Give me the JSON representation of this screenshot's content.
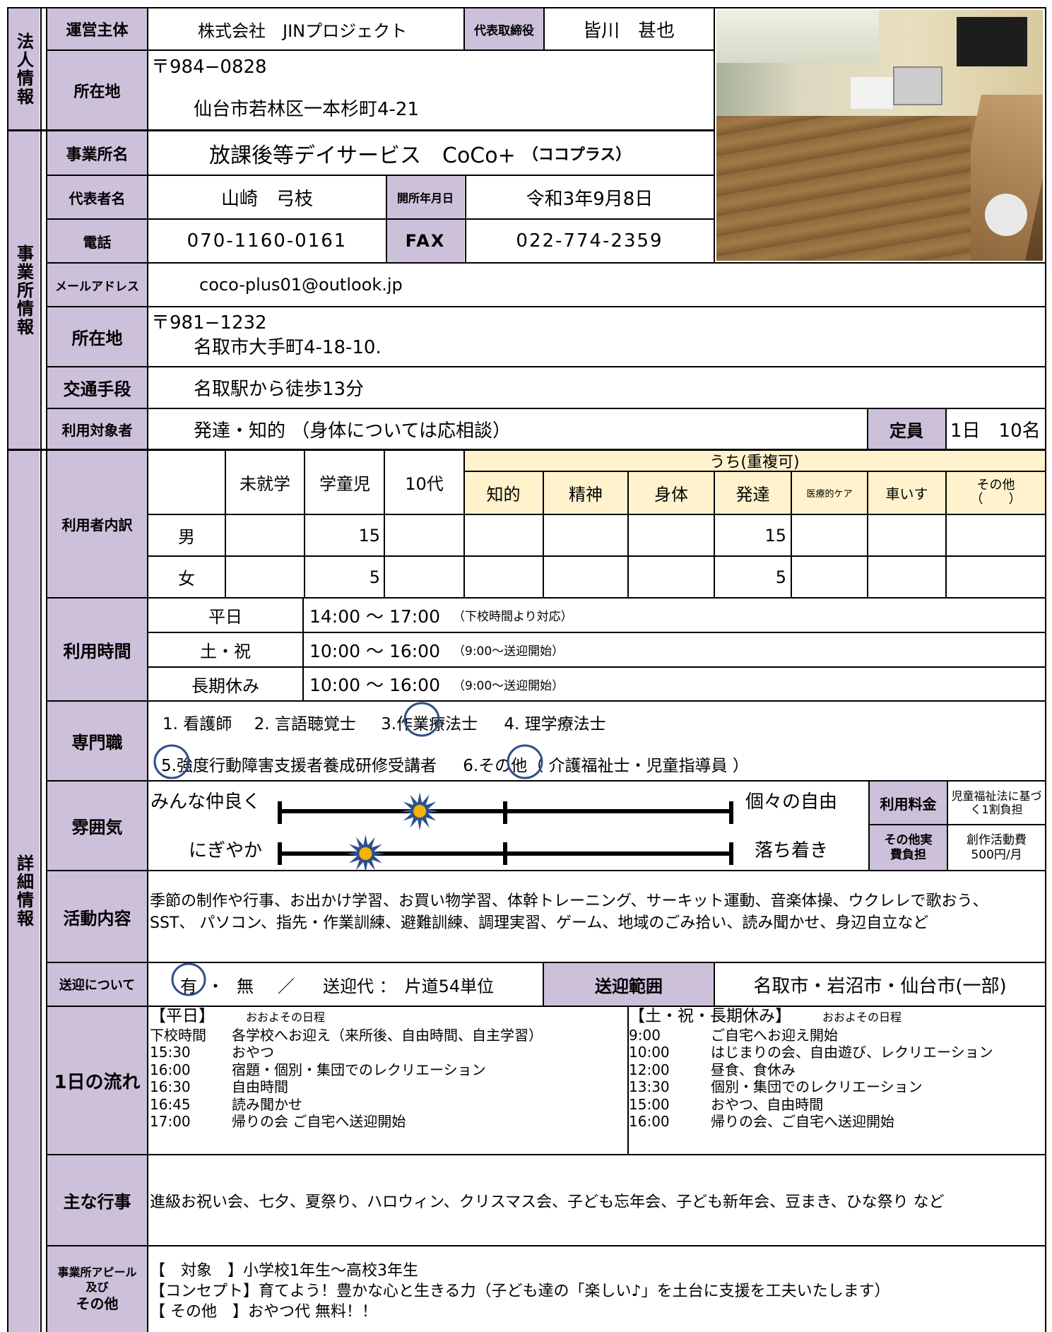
{
  "side": {
    "s1": "法人情報",
    "s2": "事業所情報",
    "s3": "詳細情報"
  },
  "corp": {
    "op_label": "運営主体",
    "op_value": "株式会社　JINプロジェクト",
    "ceo_label": "代表取締役",
    "ceo_value": "皆川　甚也",
    "addr_label": "所在地",
    "addr_zip": "〒984−0828",
    "addr_line": "仙台市若林区一本杉町4-21"
  },
  "office": {
    "name_label": "事業所名",
    "name_value": "放課後等デイサービス　CoCo+",
    "name_kana": "（ココプラス）",
    "rep_label": "代表者名",
    "rep_value": "山崎　弓枝",
    "open_label": "開所年月日",
    "open_value": "令和3年9月8日",
    "tel_label": "電話",
    "tel_value": "070-1160-0161",
    "fax_label": "FAX",
    "fax_value": "022-774-2359",
    "mail_label": "メールアドレス",
    "mail_value": "coco-plus01@outlook.jp",
    "addr_label": "所在地",
    "addr_zip": "〒981−1232",
    "addr_line": "名取市大手町4-18-10.",
    "access_label": "交通手段",
    "access_value": "名取駅から徒歩13分",
    "target_label": "利用対象者",
    "target_value": "発達・知的 （身体については応相談）",
    "cap_label": "定員",
    "cap_value": "1日　10名"
  },
  "photo": {
    "alt": "室内写真"
  },
  "users": {
    "label": "利用者内訳",
    "group_header": "うち(重複可)",
    "columns": [
      "未就学",
      "学童児",
      "10代",
      "知的",
      "精神",
      "身体",
      "発達",
      "医療的ケア",
      "車いす",
      "その他",
      "（　　）"
    ],
    "rows": [
      {
        "label": "男",
        "values": [
          "",
          "15",
          "",
          "",
          "",
          "",
          "15",
          "",
          "",
          ""
        ]
      },
      {
        "label": "女",
        "values": [
          "",
          "5",
          "",
          "",
          "",
          "",
          "5",
          "",
          "",
          ""
        ]
      }
    ]
  },
  "hours": {
    "label": "利用時間",
    "rows": [
      {
        "day": "平日",
        "time": "14:00 〜 17:00",
        "note": "（下校時間より対応）"
      },
      {
        "day": "土・祝",
        "time": "10:00 〜 16:00",
        "note": "（9:00〜送迎開始）"
      },
      {
        "day": "長期休み",
        "time": "10:00 〜 16:00",
        "note": "（9:00〜送迎開始）"
      }
    ]
  },
  "staff": {
    "label": "専門職",
    "items": [
      "1. 看護師",
      "2. 言語聴覚士",
      "3.",
      "作業療法士",
      "4. 理学療法士"
    ],
    "items2": [
      "5.",
      "強度行動障害支援者養成研修受講者",
      "6.",
      "その他（ 介護福祉士・児童指導員 ）"
    ]
  },
  "mood": {
    "label": "雰囲気",
    "scales": [
      {
        "left": "みんな仲良く",
        "right": "個々の自由",
        "position": 0.31
      },
      {
        "left": "にぎやか",
        "right": "落ち着き",
        "position": 0.19
      }
    ],
    "fee_label": "利用料金",
    "fee_value": "児童福祉法に基づく1割負担",
    "other_label": "その他実費負担",
    "other_value": "創作活動費 500円/月"
  },
  "activities": {
    "label": "活動内容",
    "line1": "季節の制作や行事、お出かけ学習、お買い物学習、体幹トレーニング、サーキット運動、音楽体操、ウクレレで歌おう、",
    "line2": "SST、 パソコン、指先・作業訓練、避難訓練、調理実習、ゲーム、地域のごみ拾い、読み聞かせ、身辺自立など"
  },
  "transport": {
    "label": "送迎について",
    "yes": "有",
    "sep": "・",
    "no": "無",
    "slash": "／",
    "fee_text": "送迎代 ：",
    "fee_value": "片道54単位",
    "range_label": "送迎範囲",
    "range_value": "名取市・岩沼市・仙台市(一部)"
  },
  "schedule": {
    "label": "1日の流れ",
    "weekday_title": "【平日】",
    "weekday_sub": "おおよその日程",
    "weekday": [
      {
        "t": "下校時間",
        "e": "各学校へお迎え（来所後、自由時間、自主学習）"
      },
      {
        "t": "15:30",
        "e": "おやつ"
      },
      {
        "t": "16:00",
        "e": "宿題・個別・集団でのレクリエーション"
      },
      {
        "t": "16:30",
        "e": "自由時間"
      },
      {
        "t": "16:45",
        "e": "読み聞かせ"
      },
      {
        "t": "17:00",
        "e": "帰りの会 ご自宅へ送迎開始"
      }
    ],
    "holiday_title": "【土・祝・長期休み】",
    "holiday_sub": "おおよその日程",
    "holiday": [
      {
        "t": "9:00",
        "e": "ご自宅へお迎え開始"
      },
      {
        "t": "10:00",
        "e": "はじまりの会、自由遊び、レクリエーション"
      },
      {
        "t": "12:00",
        "e": "昼食、食休み"
      },
      {
        "t": "13:30",
        "e": "個別・集団でのレクリエーション"
      },
      {
        "t": "15:00",
        "e": "おやつ、自由時間"
      },
      {
        "t": "16:00",
        "e": "帰りの会、ご自宅へ送迎開始"
      }
    ]
  },
  "events": {
    "label": "主な行事",
    "value": "進級お祝い会、七夕、夏祭り、ハロウィン、クリスマス会、子ども忘年会、子ども新年会、豆まき、ひな祭り など"
  },
  "appeal": {
    "label1": "事業所アピール",
    "label2": "及び",
    "label3": "その他",
    "lines": [
      "【　対象　】小学校1年生〜高校3年生",
      "【コンセプト】育てよう！豊かな心と生きる力（子ども達の「楽しい♪」を土台に支援を工夫いたします）",
      "【 その他　】おやつ代 無料！！"
    ]
  }
}
